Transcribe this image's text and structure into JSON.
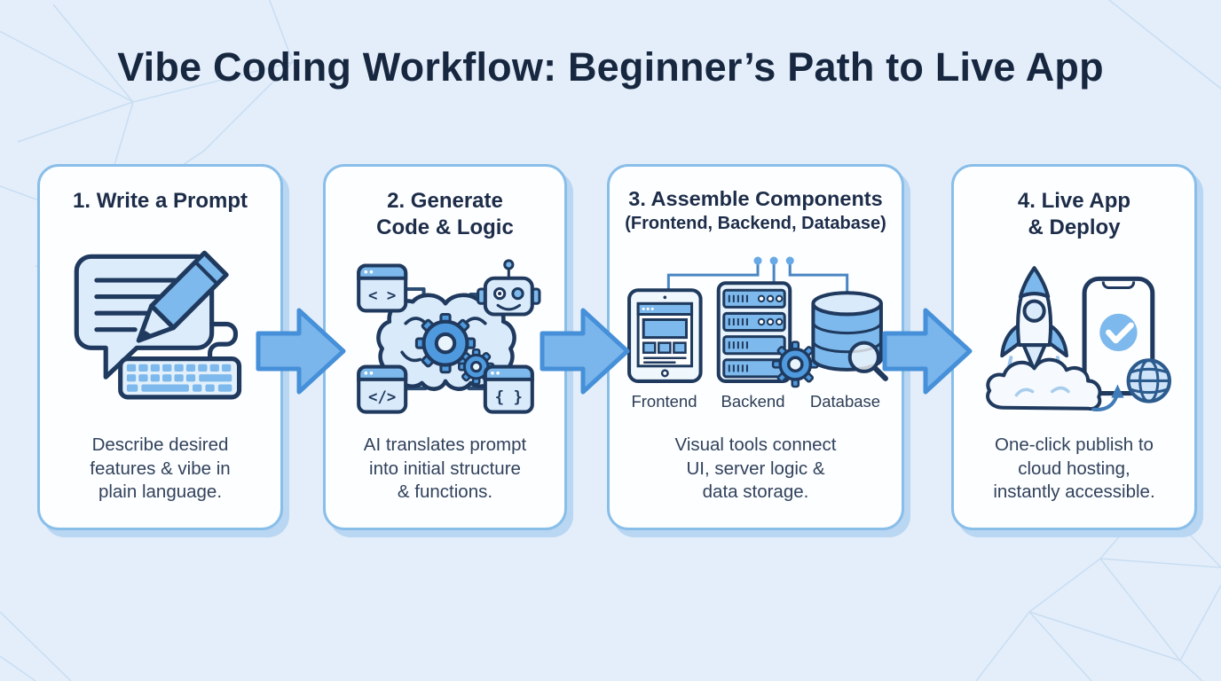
{
  "page": {
    "title": "Vibe Coding Workflow: Beginner’s Path to Live App"
  },
  "steps": [
    {
      "heading": "1. Write a Prompt",
      "description": [
        "Describe desired",
        "features & vibe in",
        "plain language."
      ],
      "icon": "prompt-writing-icon"
    },
    {
      "heading": [
        "2. Generate",
        "Code & Logic"
      ],
      "description": [
        "AI translates prompt",
        "into initial structure",
        "& functions."
      ],
      "icon": "ai-brain-generation-icon",
      "code_window_glyphs": {
        "top_left": "< >",
        "bottom_left": "</>",
        "bottom_right": "{ }"
      }
    },
    {
      "heading": "3. Assemble Components",
      "subheading": "(Frontend, Backend, Database)",
      "description": [
        "Visual tools connect",
        "UI, server logic &",
        "data storage."
      ],
      "icon": "components-assembly-icon",
      "component_labels": [
        "Frontend",
        "Backend",
        "Database"
      ]
    },
    {
      "heading": [
        "4. Live App",
        "& Deploy"
      ],
      "description": [
        "One-click publish to",
        "cloud hosting,",
        "instantly accessible."
      ],
      "icon": "rocket-deploy-icon"
    }
  ],
  "colors": {
    "background": "#e3eefa",
    "card_background": "#fdfeff",
    "card_border": "#89bee9",
    "card_shadow": "#b9d6f2",
    "heading_text": "#1d2d49",
    "body_text": "#31425c",
    "arrow_fill": "#7ab5ec",
    "arrow_stroke": "#4590d8",
    "icon_outline": "#1f3a5e",
    "icon_light_fill": "#d9eafb",
    "icon_mid_blue": "#7db9ec",
    "icon_deep_blue": "#4f9ade"
  }
}
